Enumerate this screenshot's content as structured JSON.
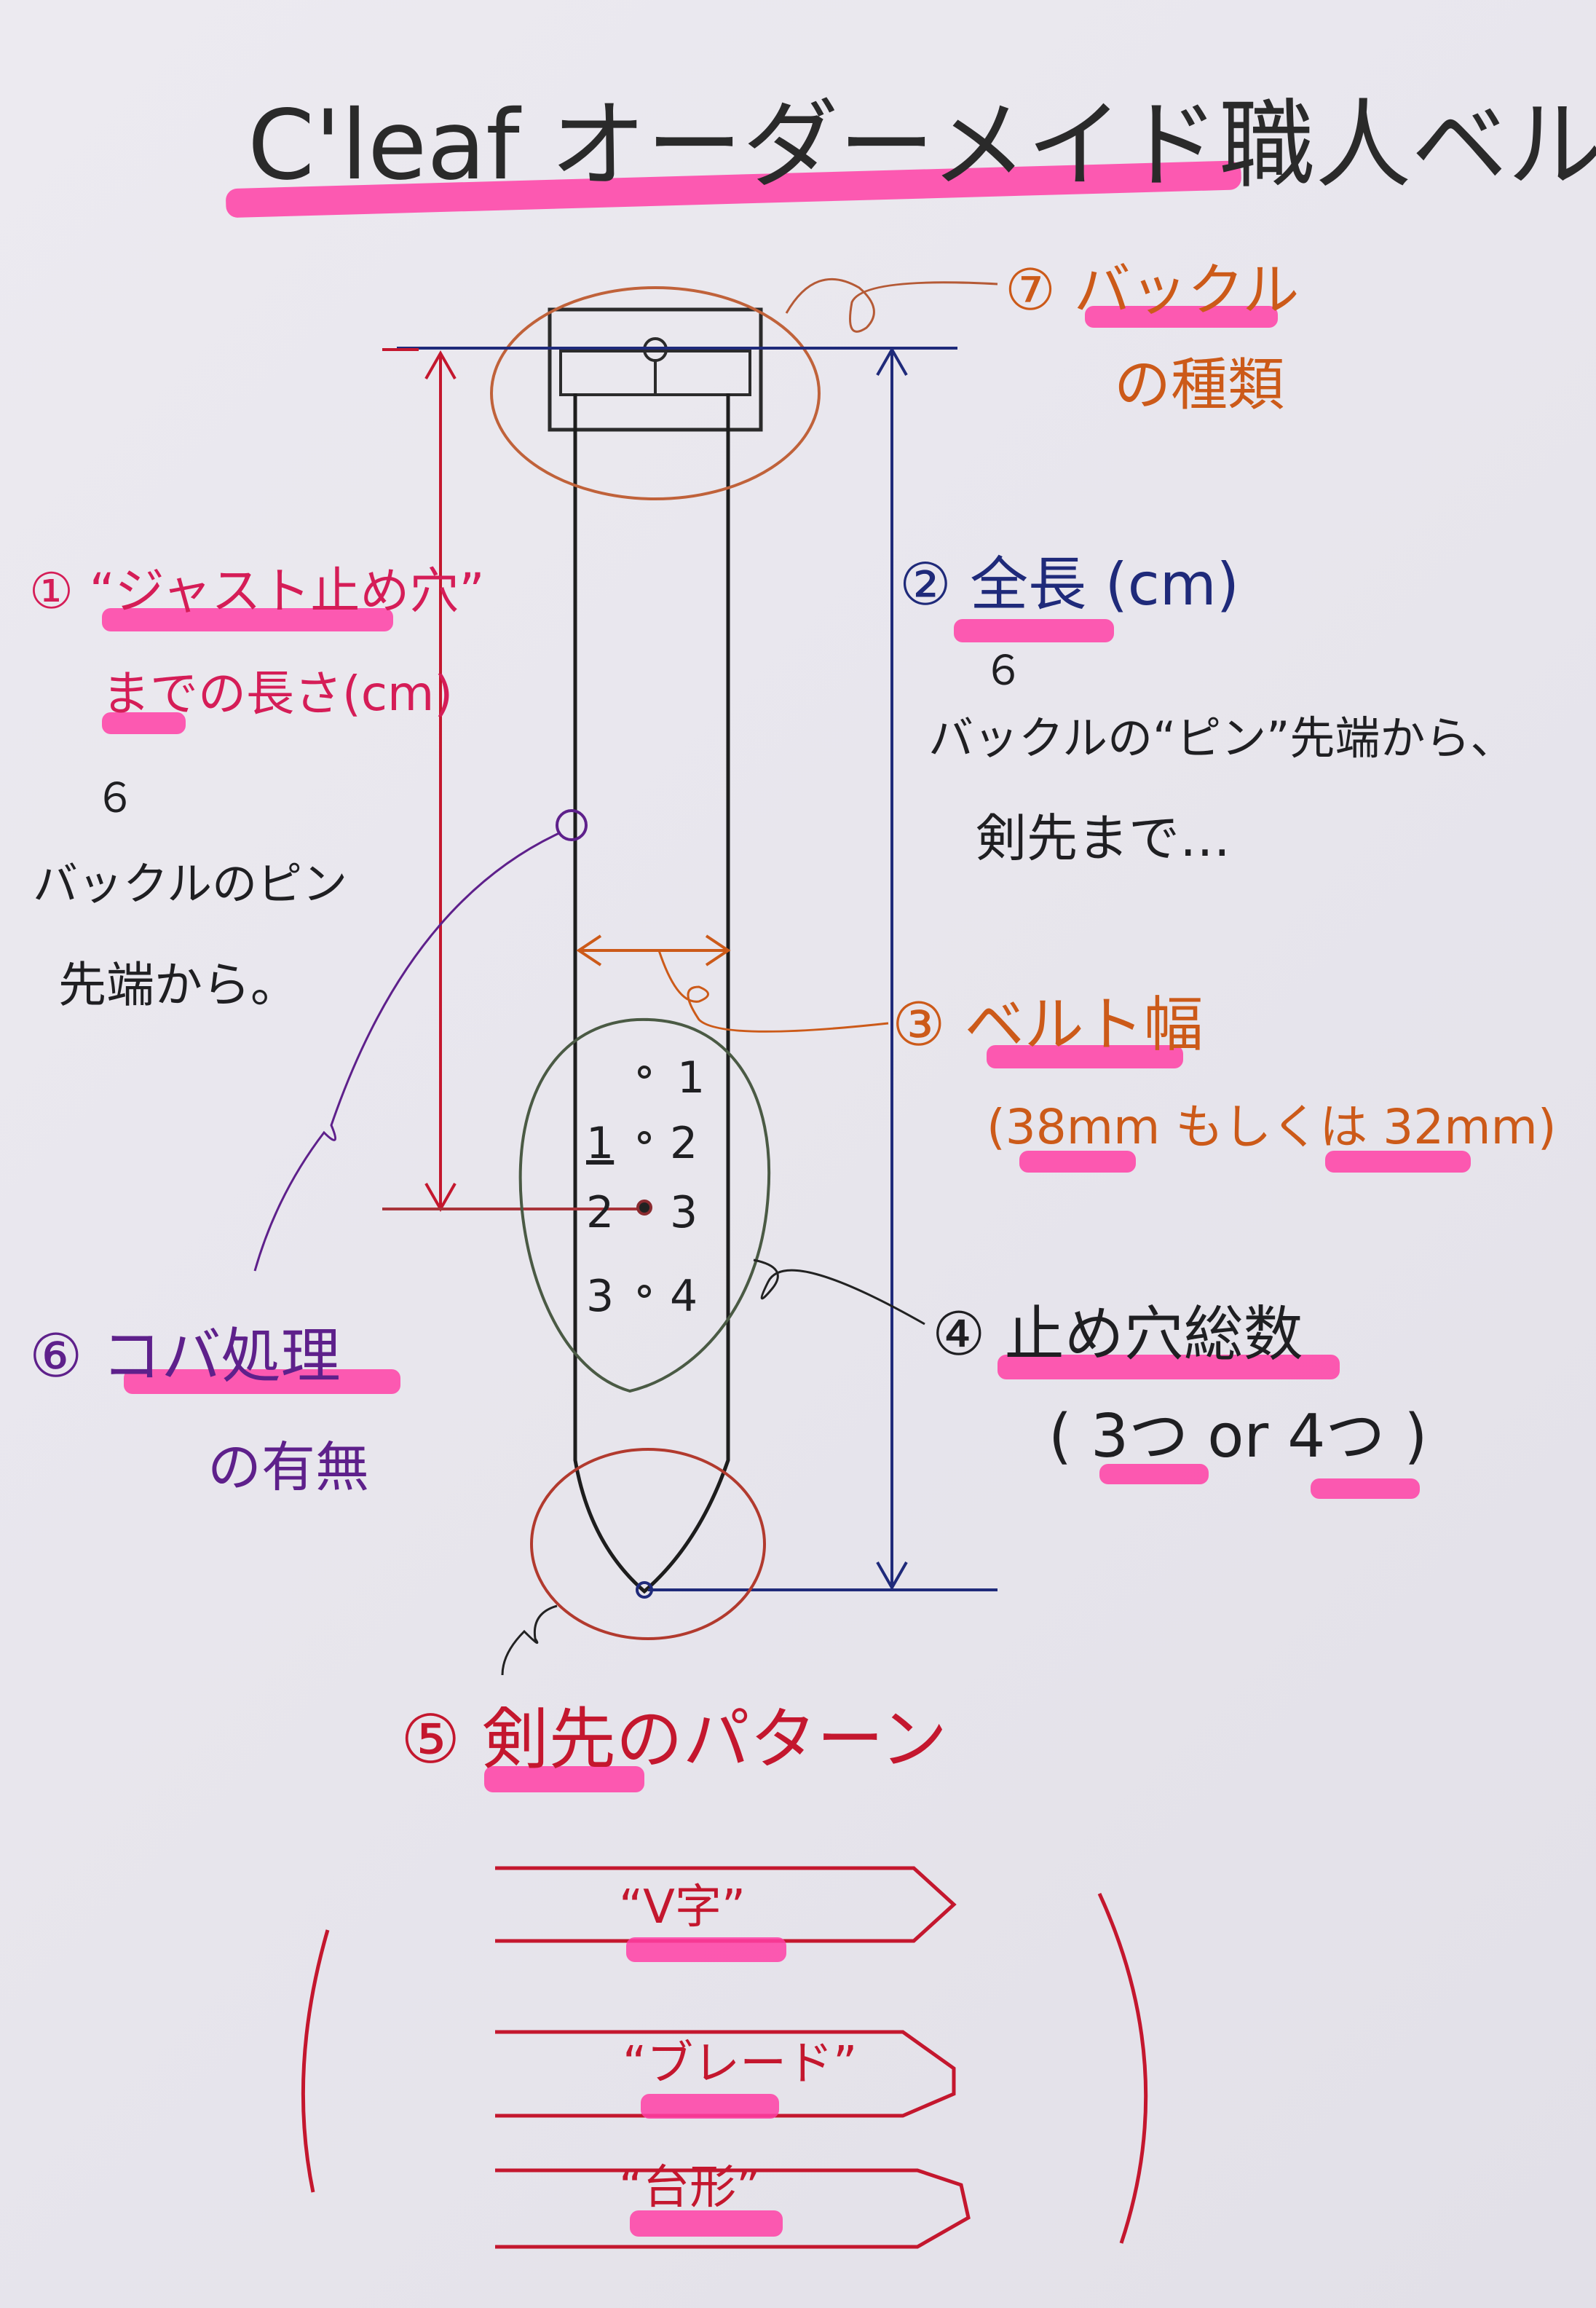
{
  "title": "C'leaf オーダーメイド職人ベルト",
  "items": {
    "buckle": {
      "label": "⑦ バックル",
      "label2": "の種類"
    },
    "hole_length": {
      "label": "① “ジャスト止め穴”",
      "label2": "までの長さ(cm)",
      "note1": "バックルのピン",
      "note2": "先端から。"
    },
    "total_length": {
      "label": "② 全長 (cm)",
      "note1": "バックルの“ピン”先端から、",
      "note2": "剣先まで…"
    },
    "width": {
      "label": "③ ベルト幅",
      "values": "(38mm もしくは 32mm)"
    },
    "hole_count": {
      "label": "④ 止め穴総数",
      "values": "( 3つ or 4つ )"
    },
    "tip_pattern": {
      "label": "⑤ 剣先のパターン"
    },
    "edge_finish": {
      "label": "⑥ コバ処理",
      "label2": "の有無"
    }
  },
  "hole_numbers": [
    "1",
    "2",
    "3",
    "4"
  ],
  "hole_numbers_left": [
    "1",
    "2",
    "3"
  ],
  "tip_options": [
    "“V字”",
    "“ブレード”",
    "“台形”"
  ],
  "colors": {
    "highlight": "#ff3fa6",
    "pink_text": "#d51d57",
    "orange": "#cc5a19",
    "blue": "#1f2a7a",
    "red": "#c4172e",
    "purple": "#5e208b",
    "ink": "#1f1f22",
    "paper": "#e8e6ed"
  }
}
